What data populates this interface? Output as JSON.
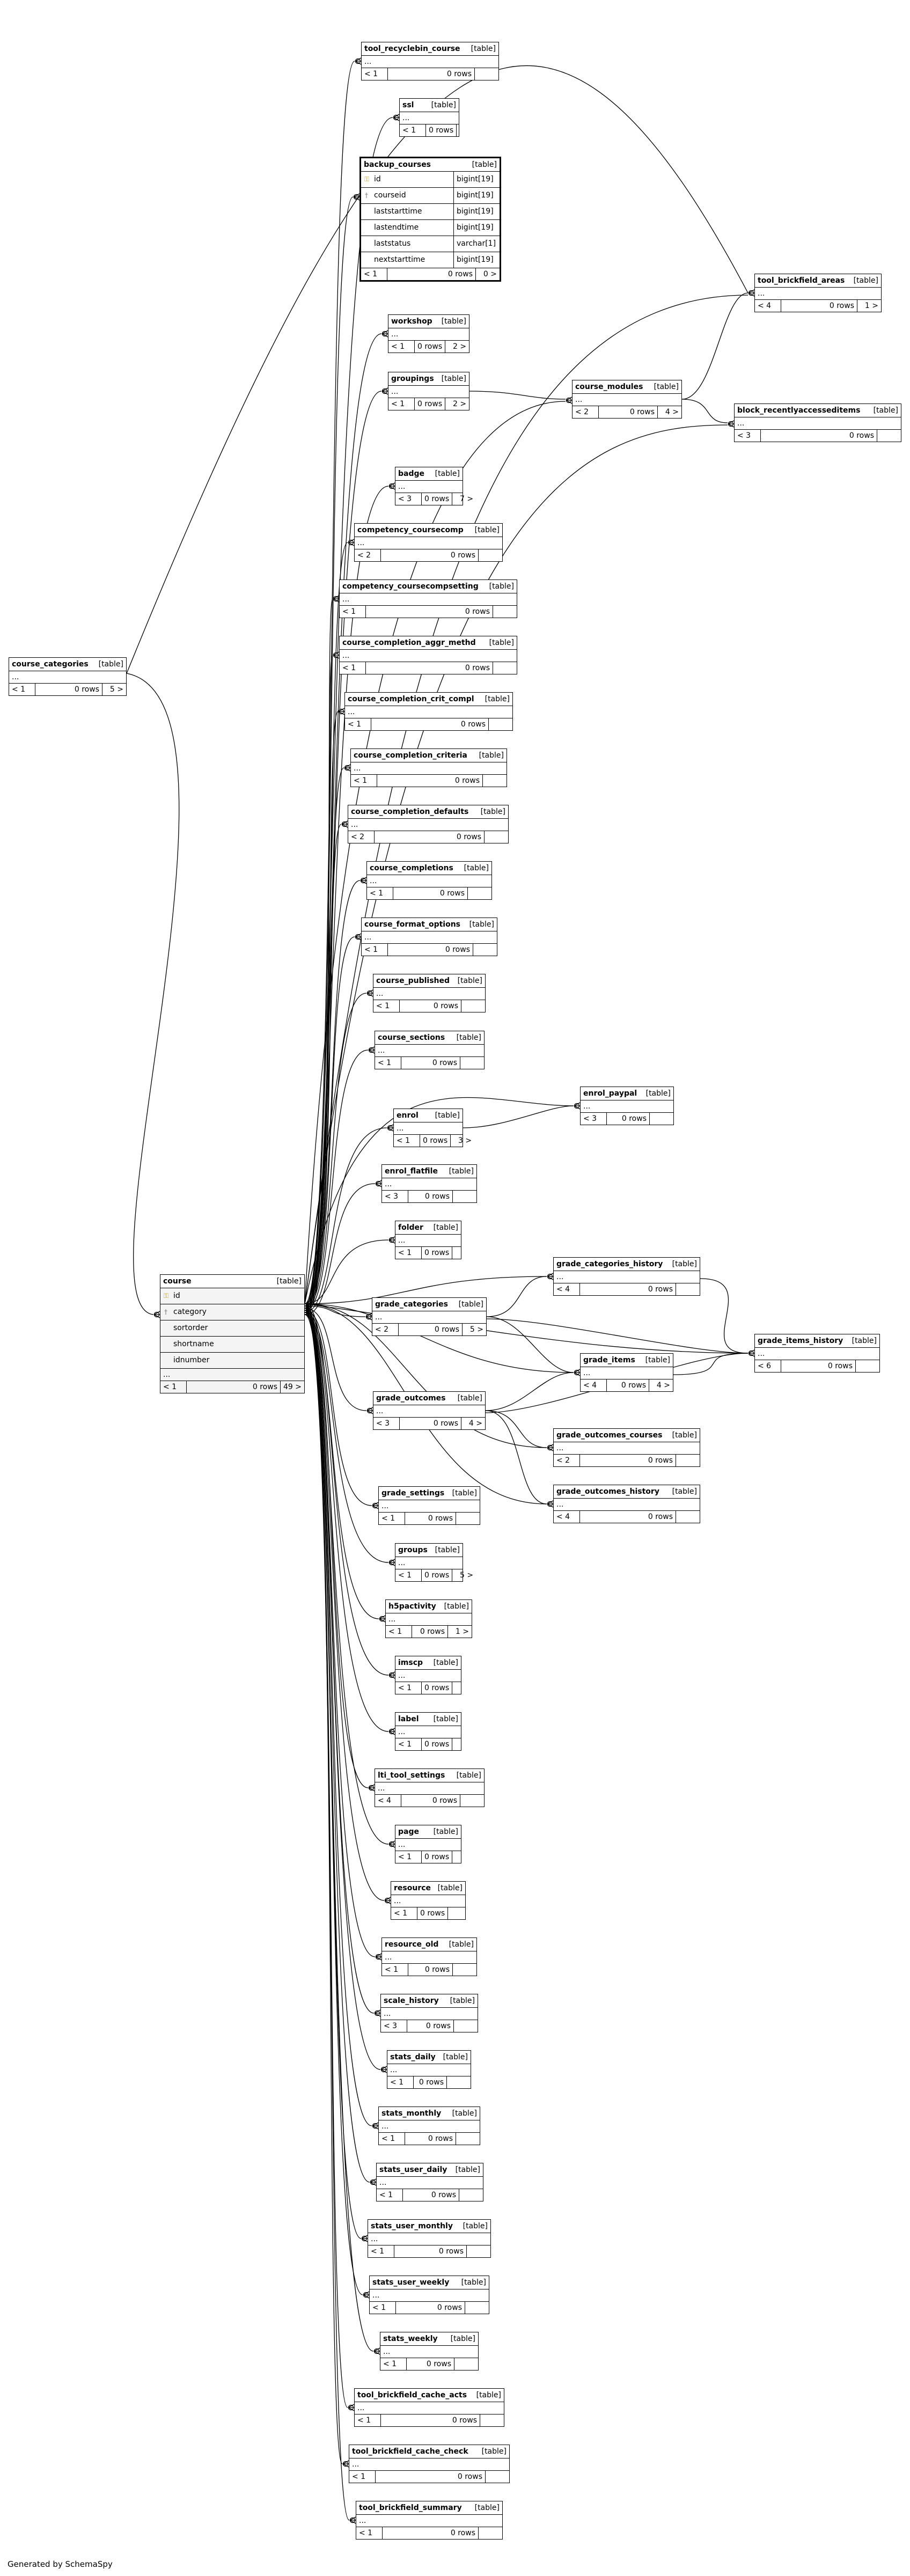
{
  "kind_label": "[table]",
  "ellipsis": "...",
  "footer": "Generated by SchemaSpy",
  "tables": [
    {
      "id": "tool_recyclebin_course",
      "name": "tool_recyclebin_course",
      "in": "< 1",
      "rows": "0 rows",
      "out": ""
    },
    {
      "id": "ssl",
      "name": "ssl",
      "in": "< 1",
      "rows": "0 rows",
      "out": ""
    },
    {
      "id": "backup_courses",
      "name": "backup_courses",
      "in": "< 1",
      "rows": "0 rows",
      "out": "0 >",
      "focus": true,
      "columns": [
        {
          "name": "id",
          "type": "bigint[19]",
          "key": "pk"
        },
        {
          "name": "courseid",
          "type": "bigint[19]",
          "key": "fk"
        },
        {
          "name": "laststarttime",
          "type": "bigint[19]"
        },
        {
          "name": "lastendtime",
          "type": "bigint[19]"
        },
        {
          "name": "laststatus",
          "type": "varchar[1]"
        },
        {
          "name": "nextstarttime",
          "type": "bigint[19]"
        }
      ]
    },
    {
      "id": "workshop",
      "name": "workshop",
      "in": "< 1",
      "rows": "0 rows",
      "out": "2 >"
    },
    {
      "id": "groupings",
      "name": "groupings",
      "in": "< 1",
      "rows": "0 rows",
      "out": "2 >"
    },
    {
      "id": "badge",
      "name": "badge",
      "in": "< 3",
      "rows": "0 rows",
      "out": "7 >"
    },
    {
      "id": "competency_coursecomp",
      "name": "competency_coursecomp",
      "in": "< 2",
      "rows": "0 rows",
      "out": ""
    },
    {
      "id": "competency_coursecompsetting",
      "name": "competency_coursecompsetting",
      "in": "< 1",
      "rows": "0 rows",
      "out": ""
    },
    {
      "id": "course_completion_aggr_methd",
      "name": "course_completion_aggr_methd",
      "in": "< 1",
      "rows": "0 rows",
      "out": ""
    },
    {
      "id": "course_completion_crit_compl",
      "name": "course_completion_crit_compl",
      "in": "< 1",
      "rows": "0 rows",
      "out": ""
    },
    {
      "id": "course_completion_criteria",
      "name": "course_completion_criteria",
      "in": "< 1",
      "rows": "0 rows",
      "out": ""
    },
    {
      "id": "course_completion_defaults",
      "name": "course_completion_defaults",
      "in": "< 2",
      "rows": "0 rows",
      "out": ""
    },
    {
      "id": "course_completions",
      "name": "course_completions",
      "in": "< 1",
      "rows": "0 rows",
      "out": ""
    },
    {
      "id": "course_format_options",
      "name": "course_format_options",
      "in": "< 1",
      "rows": "0 rows",
      "out": ""
    },
    {
      "id": "course_published",
      "name": "course_published",
      "in": "< 1",
      "rows": "0 rows",
      "out": ""
    },
    {
      "id": "course_sections",
      "name": "course_sections",
      "in": "< 1",
      "rows": "0 rows",
      "out": ""
    },
    {
      "id": "enrol",
      "name": "enrol",
      "in": "< 1",
      "rows": "0 rows",
      "out": "3 >"
    },
    {
      "id": "enrol_flatfile",
      "name": "enrol_flatfile",
      "in": "< 3",
      "rows": "0 rows",
      "out": ""
    },
    {
      "id": "folder",
      "name": "folder",
      "in": "< 1",
      "rows": "0 rows",
      "out": ""
    },
    {
      "id": "grade_categories",
      "name": "grade_categories",
      "in": "< 2",
      "rows": "0 rows",
      "out": "5 >"
    },
    {
      "id": "grade_outcomes",
      "name": "grade_outcomes",
      "in": "< 3",
      "rows": "0 rows",
      "out": "4 >"
    },
    {
      "id": "grade_settings",
      "name": "grade_settings",
      "in": "< 1",
      "rows": "0 rows",
      "out": ""
    },
    {
      "id": "groups",
      "name": "groups",
      "in": "< 1",
      "rows": "0 rows",
      "out": "5 >"
    },
    {
      "id": "h5pactivity",
      "name": "h5pactivity",
      "in": "< 1",
      "rows": "0 rows",
      "out": "1 >"
    },
    {
      "id": "imscp",
      "name": "imscp",
      "in": "< 1",
      "rows": "0 rows",
      "out": ""
    },
    {
      "id": "label",
      "name": "label",
      "in": "< 1",
      "rows": "0 rows",
      "out": ""
    },
    {
      "id": "lti_tool_settings",
      "name": "lti_tool_settings",
      "in": "< 4",
      "rows": "0 rows",
      "out": ""
    },
    {
      "id": "page",
      "name": "page",
      "in": "< 1",
      "rows": "0 rows",
      "out": ""
    },
    {
      "id": "resource",
      "name": "resource",
      "in": "< 1",
      "rows": "0 rows",
      "out": ""
    },
    {
      "id": "resource_old",
      "name": "resource_old",
      "in": "< 1",
      "rows": "0 rows",
      "out": ""
    },
    {
      "id": "scale_history",
      "name": "scale_history",
      "in": "< 3",
      "rows": "0 rows",
      "out": ""
    },
    {
      "id": "stats_daily",
      "name": "stats_daily",
      "in": "< 1",
      "rows": "0 rows",
      "out": ""
    },
    {
      "id": "stats_monthly",
      "name": "stats_monthly",
      "in": "< 1",
      "rows": "0 rows",
      "out": ""
    },
    {
      "id": "stats_user_daily",
      "name": "stats_user_daily",
      "in": "< 1",
      "rows": "0 rows",
      "out": ""
    },
    {
      "id": "stats_user_monthly",
      "name": "stats_user_monthly",
      "in": "< 1",
      "rows": "0 rows",
      "out": ""
    },
    {
      "id": "stats_user_weekly",
      "name": "stats_user_weekly",
      "in": "< 1",
      "rows": "0 rows",
      "out": ""
    },
    {
      "id": "stats_weekly",
      "name": "stats_weekly",
      "in": "< 1",
      "rows": "0 rows",
      "out": ""
    },
    {
      "id": "tool_brickfield_cache_acts",
      "name": "tool_brickfield_cache_acts",
      "in": "< 1",
      "rows": "0 rows",
      "out": ""
    },
    {
      "id": "tool_brickfield_cache_check",
      "name": "tool_brickfield_cache_check",
      "in": "< 1",
      "rows": "0 rows",
      "out": ""
    },
    {
      "id": "tool_brickfield_summary",
      "name": "tool_brickfield_summary",
      "in": "< 1",
      "rows": "0 rows",
      "out": ""
    },
    {
      "id": "course_categories",
      "name": "course_categories",
      "in": "< 1",
      "rows": "0 rows",
      "out": "5 >"
    },
    {
      "id": "course",
      "name": "course",
      "in": "< 1",
      "rows": "0 rows",
      "out": "49 >",
      "center": true,
      "columns": [
        {
          "name": "id",
          "key": "pk"
        },
        {
          "name": "category",
          "key": "fk"
        },
        {
          "name": "sortorder"
        },
        {
          "name": "shortname"
        },
        {
          "name": "idnumber"
        }
      ]
    },
    {
      "id": "tool_brickfield_areas",
      "name": "tool_brickfield_areas",
      "in": "< 4",
      "rows": "0 rows",
      "out": "1 >"
    },
    {
      "id": "course_modules",
      "name": "course_modules",
      "in": "< 2",
      "rows": "0 rows",
      "out": "4 >"
    },
    {
      "id": "block_recentlyaccesseditems",
      "name": "block_recentlyaccesseditems",
      "in": "< 3",
      "rows": "0 rows",
      "out": ""
    },
    {
      "id": "enrol_paypal",
      "name": "enrol_paypal",
      "in": "< 3",
      "rows": "0 rows",
      "out": ""
    },
    {
      "id": "grade_categories_history",
      "name": "grade_categories_history",
      "in": "< 4",
      "rows": "0 rows",
      "out": ""
    },
    {
      "id": "grade_items",
      "name": "grade_items",
      "in": "< 4",
      "rows": "0 rows",
      "out": "4 >"
    },
    {
      "id": "grade_items_history",
      "name": "grade_items_history",
      "in": "< 6",
      "rows": "0 rows",
      "out": ""
    },
    {
      "id": "grade_outcomes_courses",
      "name": "grade_outcomes_courses",
      "in": "< 2",
      "rows": "0 rows",
      "out": ""
    },
    {
      "id": "grade_outcomes_history",
      "name": "grade_outcomes_history",
      "in": "< 4",
      "rows": "0 rows",
      "out": ""
    }
  ]
}
